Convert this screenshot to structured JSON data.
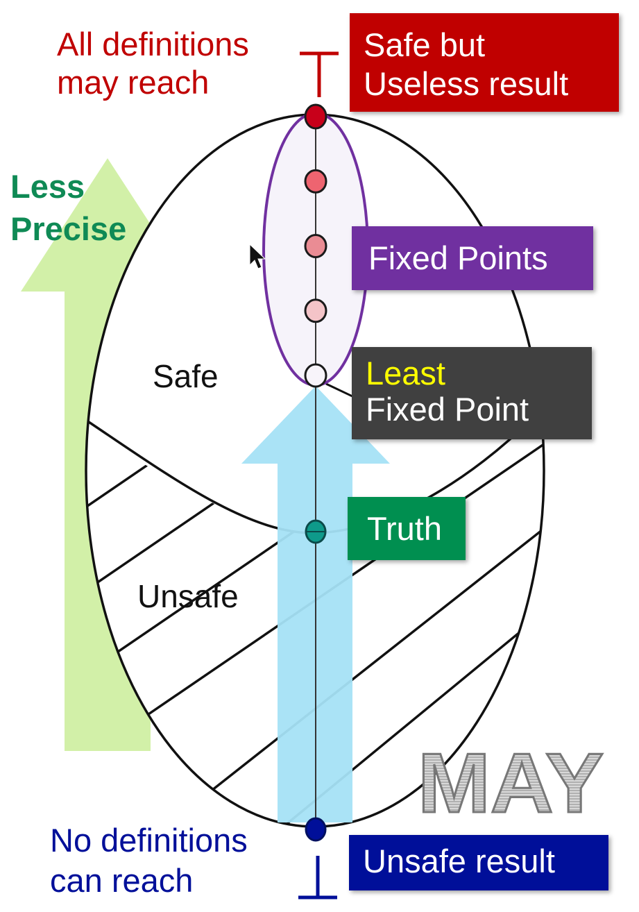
{
  "top": {
    "symbol": "⊤",
    "caption_lines": [
      "All definitions",
      "may reach"
    ],
    "result_label_lines": [
      "Safe but",
      "Useless result"
    ]
  },
  "bottom": {
    "symbol": "⊥",
    "caption_lines": [
      "No definitions",
      "can reach"
    ],
    "result_label": "Unsafe result"
  },
  "precision_arrow": {
    "label_lines": [
      "Less",
      "Precise"
    ]
  },
  "regions": {
    "safe": "Safe",
    "unsafe": "Unsafe"
  },
  "fixed_points": {
    "label": "Fixed Points",
    "count": 5,
    "dot_colors": [
      "#c8001a",
      "#ee6470",
      "#ea8c94",
      "#f4c4c8",
      "#f8f4fa"
    ]
  },
  "least_fixed_point": {
    "highlight": "Least",
    "rest": "Fixed Point"
  },
  "truth": {
    "label": "Truth"
  },
  "watermark": "MAY",
  "colors": {
    "top_red": "#c00000",
    "bottom_blue": "#000f99",
    "less_precise_green": "#0f8a55",
    "green_arrow": "#d2f0a8",
    "blue_arrow": "#a5e1f5",
    "fixed_points_purple": "#7030a0",
    "lfp_box": "#404040",
    "lfp_yellow": "#ffff00",
    "truth_green": "#008f50",
    "truth_dot": "#0e9a8a"
  }
}
